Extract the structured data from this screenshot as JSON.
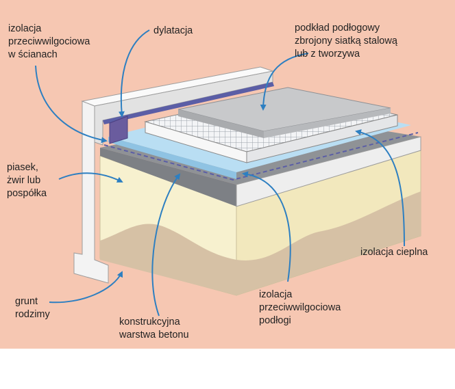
{
  "colors": {
    "background": "#f6c7b2",
    "leader_arrows": "#2d7fc1",
    "sand_layer": "#f7f1cf",
    "native_soil": "#d6c1a5",
    "concrete": "#8f9296",
    "wall": "#ececec",
    "dampproofing_membrane": "#5b5ea6",
    "slab": "#c8c9cb"
  },
  "labels": {
    "wall_damp_proofing": "izolacja\nprzeciwwilgociowa\nw ścianach",
    "expansion_joint": "dylatacja",
    "subfloor": "podkład podłogowy\nzbrojony siatką stalową\nlub z tworzywa",
    "sand_gravel": "piasek,\nżwir lub\npospółka",
    "thermal_insulation": "izolacja cieplna",
    "native_soil": "grunt\nrodzimy",
    "floor_damp_proofing": "izolacja\nprzeciwwilgociowa\npodłogi",
    "concrete_layer": "konstrukcyjna\nwarstwa betonu"
  }
}
